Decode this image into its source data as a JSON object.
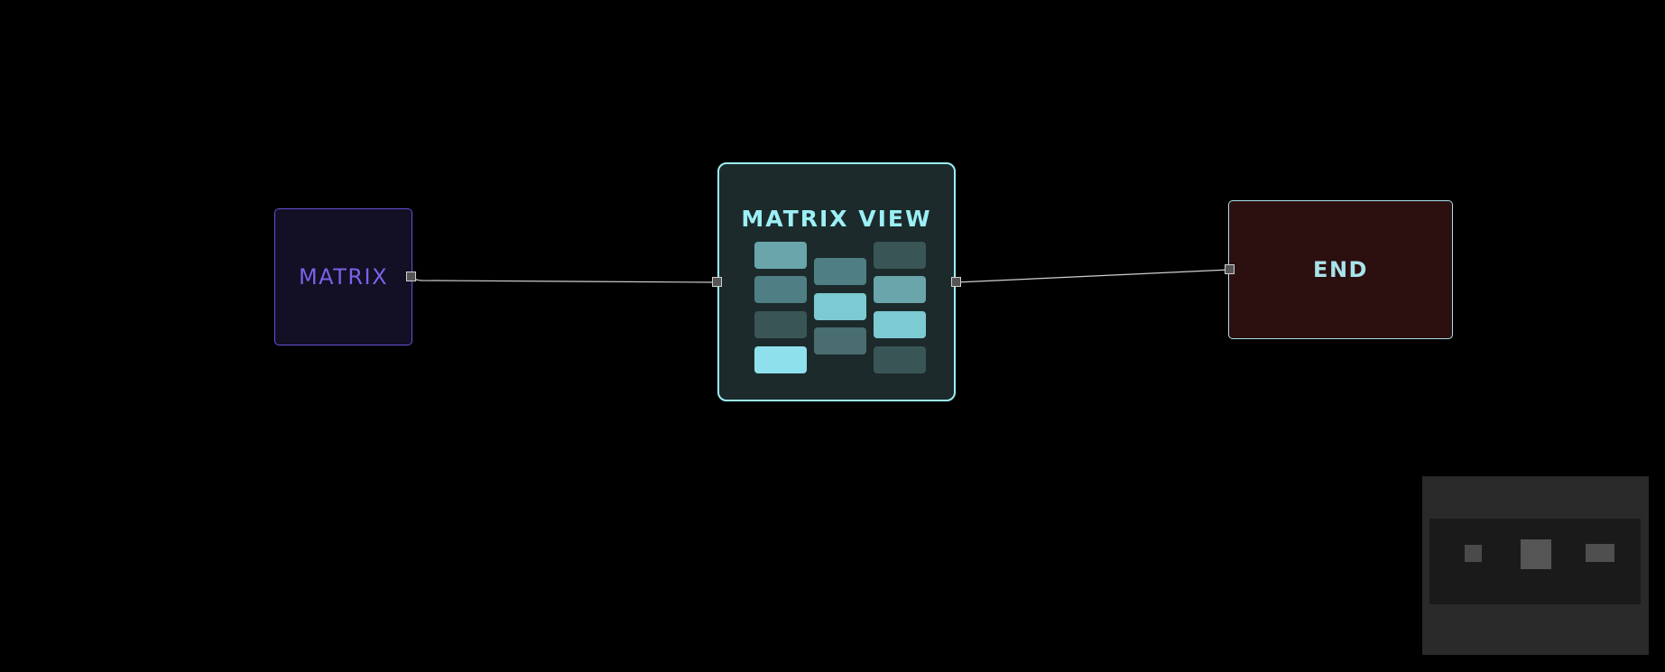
{
  "nodes": {
    "matrix": {
      "label": "MATRIX",
      "text_color": "#7b61e8",
      "fill": "#130f25",
      "border": "#6b4fd8"
    },
    "matrix_view": {
      "label": "MATRIX VIEW",
      "text_color": "#9ceff5",
      "fill": "#1c2a2c",
      "border": "#9ceff5",
      "grid_cells": [
        {
          "name": "cell-c1-r1",
          "color": "#69a5ab"
        },
        {
          "name": "cell-c1-r2",
          "color": "#4f7f84"
        },
        {
          "name": "cell-c1-r3",
          "color": "#3a5556"
        },
        {
          "name": "cell-c1-r4",
          "color": "#8ee1ec"
        },
        {
          "name": "cell-c2-r1",
          "color": "#4f7f84"
        },
        {
          "name": "cell-c2-r2",
          "color": "#7ccad2"
        },
        {
          "name": "cell-c2-r3",
          "color": "#4a6d70"
        },
        {
          "name": "cell-c3-r1",
          "color": "#3a5556"
        },
        {
          "name": "cell-c3-r2",
          "color": "#69a5ab"
        },
        {
          "name": "cell-c3-r3",
          "color": "#7ccad2"
        },
        {
          "name": "cell-c3-r4",
          "color": "#3a5556"
        }
      ]
    },
    "end": {
      "label": "END",
      "text_color": "#a9e3ea",
      "fill": "#2c0f0f",
      "border": "#a9e3ea"
    }
  },
  "edges": [
    {
      "from": "matrix",
      "to": "matrix_view",
      "color": "#d0d0d0"
    },
    {
      "from": "matrix_view",
      "to": "end",
      "color": "#d0d0d0"
    }
  ],
  "port_colors": {
    "fill": "#555555",
    "border": "#d0d0d0"
  },
  "minimap": {
    "background": "#2a2a2a",
    "viewport_fill": "#1a1a1a",
    "node_colors": [
      "#4a4a4a",
      "#555555",
      "#4f4f4f"
    ]
  }
}
